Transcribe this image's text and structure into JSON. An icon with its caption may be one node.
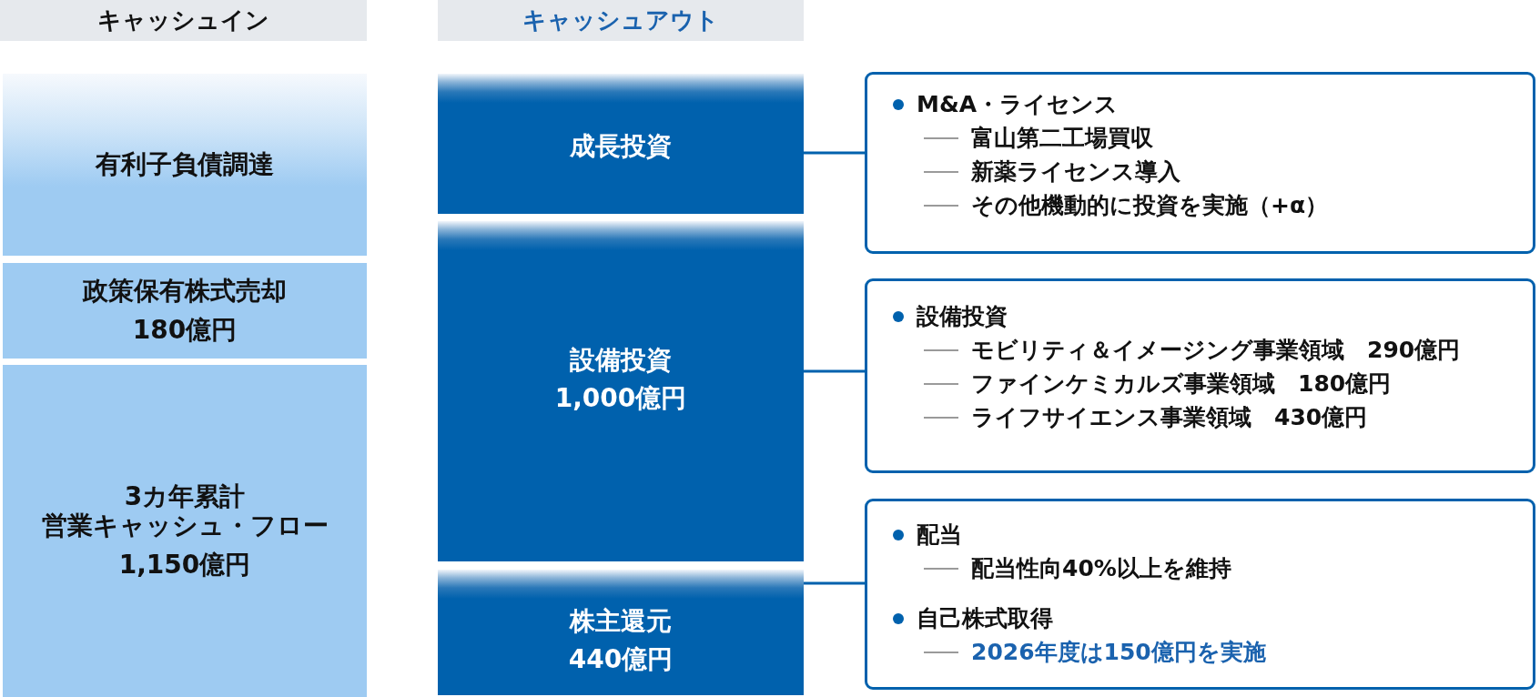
{
  "diagram": {
    "nodes": [
      {
        "text": [
          "キャッシュイン"
        ]
      },
      {
        "text": [
          "キャッシュアウト"
        ]
      },
      {
        "text": [
          "有利子負債調達"
        ]
      },
      {
        "text": [
          "政策保有株式売却",
          "180億円"
        ]
      },
      {
        "text": [
          "3カ年累計営業キャッシュ・フロー",
          "1,150億円"
        ]
      },
      {
        "text": [
          "成長投資"
        ]
      },
      {
        "text": [
          "設備投資",
          "1,000億円"
        ]
      },
      {
        "text": [
          "株主還元",
          "440億円"
        ]
      },
      {
        "text": [
          "M&A・ライセンス",
          "富山第二工場買収",
          "新薬ライセンス導入",
          "その他機動的に投資を実施（+α）"
        ]
      },
      {
        "text": [
          "設備投資",
          "モビリティ＆イメージング事業領域　290億円",
          "ファインケミカルズ事業領域　180億円",
          "ライフサイエンス事業領域　430億円"
        ]
      },
      {
        "text": [
          "配当",
          "配当性向40%以上を維持",
          "自己株式取得",
          "2026年度は150億円を実施"
        ]
      }
    ],
    "edges": [
      {
        "from": 5,
        "to": 8,
        "arrow": "none"
      },
      {
        "from": 6,
        "to": 9,
        "arrow": "none"
      },
      {
        "from": 7,
        "to": 10,
        "arrow": "none"
      }
    ]
  }
}
